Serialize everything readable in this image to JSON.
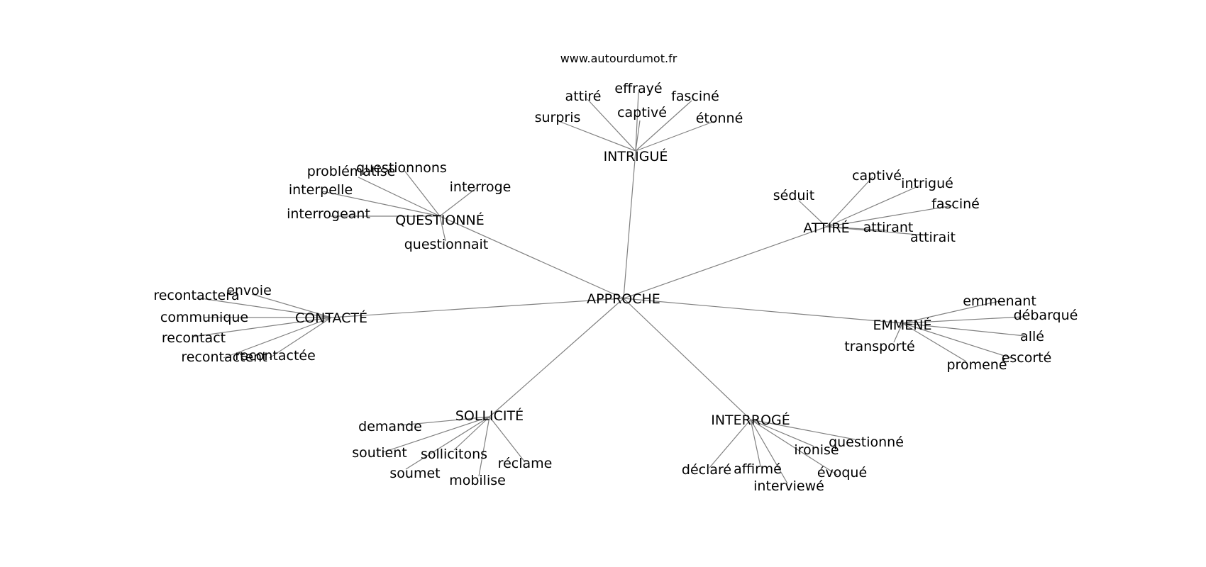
{
  "watermark": "www.autourdumot.fr",
  "edge_color": "#808080",
  "text_color": "#000000",
  "graph": {
    "root": "APPROCHE",
    "clusters": [
      {
        "hub": "INTRIGUÉ",
        "leaves": [
          "attiré",
          "effrayé",
          "fasciné",
          "captivé",
          "surpris",
          "étonné"
        ]
      },
      {
        "hub": "ATTIRÉ",
        "leaves": [
          "séduit",
          "captivé",
          "intrigué",
          "fasciné",
          "attirant",
          "attirait"
        ]
      },
      {
        "hub": "QUESTIONNÉ",
        "leaves": [
          "problématise",
          "questionnons",
          "interpelle",
          "interroge",
          "interrogeant",
          "questionnait"
        ]
      },
      {
        "hub": "CONTACTÉ",
        "leaves": [
          "recontactera",
          "envoie",
          "communique",
          "recontact",
          "recontactent",
          "recontactée"
        ]
      },
      {
        "hub": "EMMENÉ",
        "leaves": [
          "emmenant",
          "débarqué",
          "allé",
          "transporté",
          "escorté",
          "promené"
        ]
      },
      {
        "hub": "SOLLICITÉ",
        "leaves": [
          "demande",
          "soutient",
          "sollicitons",
          "réclame",
          "soumet",
          "mobilise"
        ]
      },
      {
        "hub": "INTERROGÉ",
        "leaves": [
          "questionné",
          "ironise",
          "évoqué",
          "déclaré",
          "affirmé",
          "interviewé"
        ]
      }
    ]
  }
}
